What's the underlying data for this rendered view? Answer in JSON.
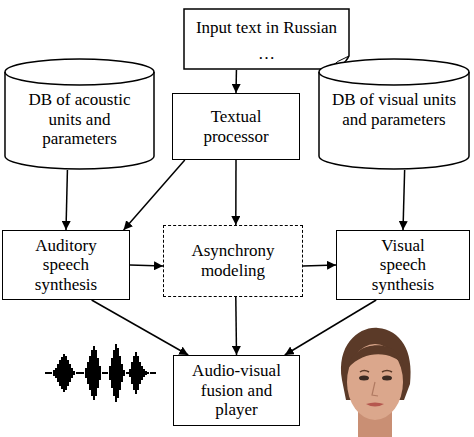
{
  "diagram": {
    "nodes": [
      {
        "text": [
          "Input text in Russian",
          "…"
        ]
      },
      {
        "text": [
          "DB of acoustic units and parameters"
        ]
      },
      {
        "text": [
          "Textual processor"
        ]
      },
      {
        "text": [
          "DB of visual units and parameters"
        ]
      },
      {
        "text": [
          "Auditory speech synthesis"
        ]
      },
      {
        "text": [
          "Asynchrony modeling"
        ]
      },
      {
        "text": [
          "Visual speech synthesis"
        ]
      },
      {
        "text": [
          "Audio-visual fusion and player"
        ]
      }
    ],
    "edges": [
      {
        "from": 0,
        "to": 2,
        "arrow": "to"
      },
      {
        "from": 1,
        "to": 4,
        "arrow": "to"
      },
      {
        "from": 2,
        "to": 4,
        "arrow": "to"
      },
      {
        "from": 2,
        "to": 5,
        "arrow": "to"
      },
      {
        "from": 3,
        "to": 6,
        "arrow": "to"
      },
      {
        "from": 4,
        "to": 5,
        "arrow": "to"
      },
      {
        "from": 5,
        "to": 6,
        "arrow": "to"
      },
      {
        "from": 4,
        "to": 7,
        "arrow": "to"
      },
      {
        "from": 5,
        "to": 7,
        "arrow": "to"
      },
      {
        "from": 6,
        "to": 7,
        "arrow": "to"
      }
    ]
  }
}
